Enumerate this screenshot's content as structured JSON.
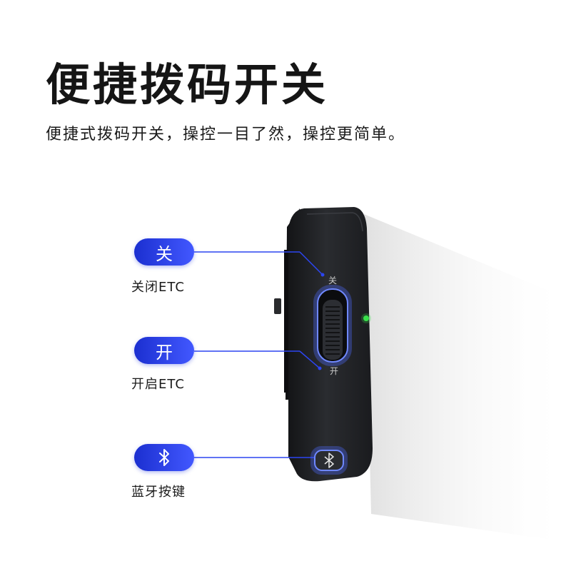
{
  "header": {
    "title": "便捷拨码开关",
    "subtitle": "便捷式拨码开关，操控一目了然，操控更简单。"
  },
  "callouts": [
    {
      "badge": "关",
      "caption": "关闭ETC"
    },
    {
      "badge": "开",
      "caption": "开启ETC"
    },
    {
      "badge_icon": "bluetooth-icon",
      "caption": "蓝牙按键"
    }
  ],
  "device": {
    "switch_label_off": "关",
    "switch_label_on": "开"
  },
  "colors": {
    "accent": "#2c45f0",
    "device_body": "#1d1f22",
    "indicator_led": "#38e04a"
  }
}
